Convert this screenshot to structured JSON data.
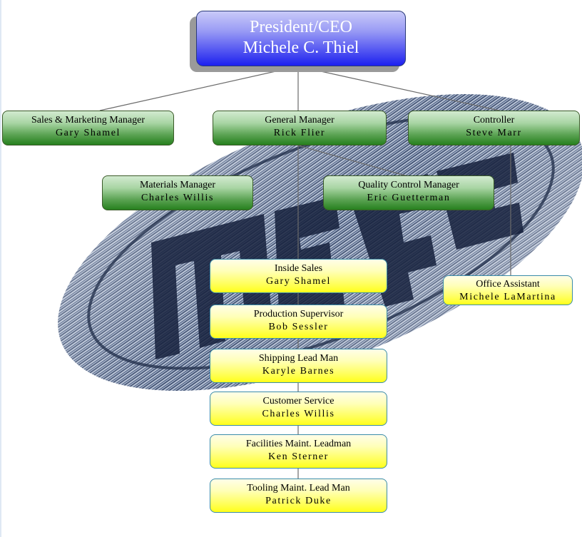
{
  "chart": {
    "title": "Organization Chart",
    "ceo": {
      "title": "President/CEO",
      "name": "Michele C. Thiel"
    },
    "managers": [
      {
        "title": "Sales & Marketing Manager",
        "name": "Gary Shamel"
      },
      {
        "title": "General Manager",
        "name": "Rick Flier"
      },
      {
        "title": "Controller",
        "name": "Steve Marr"
      }
    ],
    "sub_managers": [
      {
        "title": "Materials Manager",
        "name": "Charles Willis"
      },
      {
        "title": "Quality Control Manager",
        "name": "Eric Guetterman"
      }
    ],
    "staff": [
      {
        "title": "Inside Sales",
        "name": "Gary Shamel"
      },
      {
        "title": "Production Supervisor",
        "name": "Bob Sessler"
      },
      {
        "title": "Shipping Lead Man",
        "name": "Karyle Barnes"
      },
      {
        "title": "Customer Service",
        "name": "Charles Willis"
      },
      {
        "title": "Facilities Maint. Leadman",
        "name": "Ken Sterner"
      },
      {
        "title": "Tooling Maint. Lead Man",
        "name": "Patrick Duke"
      }
    ],
    "office_assistant": {
      "title": "Office Assistant",
      "name": "Michele LaMartina"
    }
  },
  "colors": {
    "ceo_fill": "#3a3df0",
    "manager_fill": "#5ba353",
    "staff_fill": "#ffff5a",
    "logo": "#3c5070"
  },
  "logo": {
    "icon": "company-logo-ellipse"
  }
}
